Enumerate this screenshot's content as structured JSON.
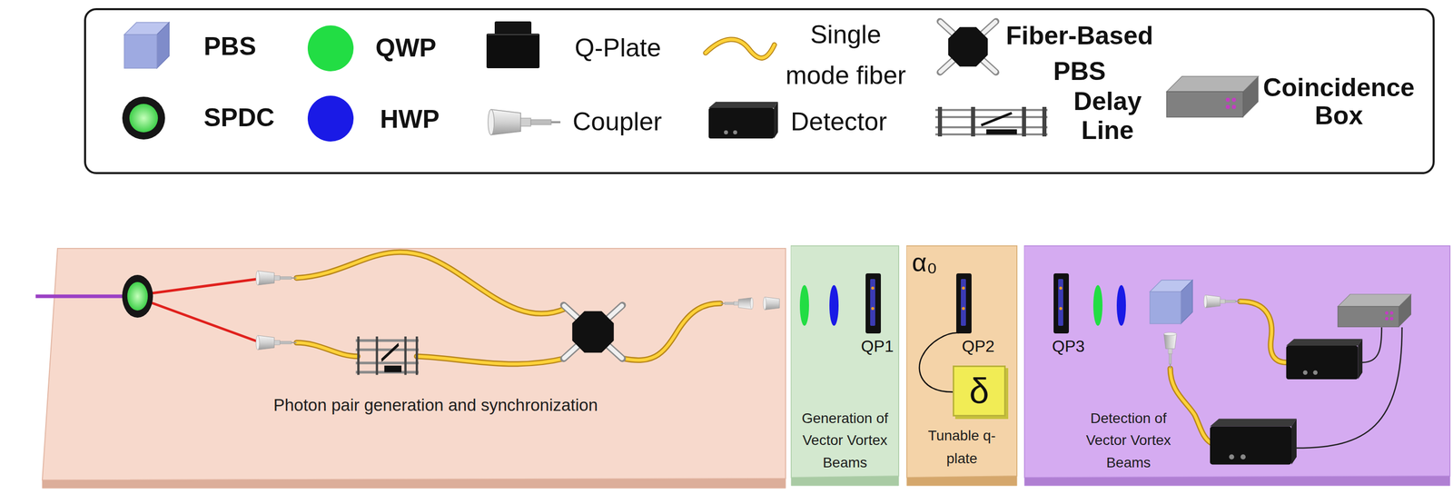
{
  "diagram": {
    "nodes": [
      {
        "text": [
          "Photon pair generation and synchronization"
        ]
      },
      {
        "text": [
          "Generation of Vector Vortex Beams"
        ]
      },
      {
        "text": [
          "Tunable q-plate"
        ]
      },
      {
        "text": [
          "δ"
        ],
        "in": 2
      },
      {
        "text": [
          "Detection of Vector Vortex Beams"
        ]
      }
    ],
    "labels": [
      "α₀",
      "QP1",
      "QP2",
      "QP3"
    ],
    "legend": [
      {
        "text": "PBS"
      },
      {
        "text": "QWP",
        "color": "#22dd44"
      },
      {
        "text": "Q-Plate"
      },
      {
        "text": "Single mode fiber"
      },
      {
        "text": "Fiber-Based PBS"
      },
      {
        "text": "Coincidence Box"
      },
      {
        "text": "SPDC"
      },
      {
        "text": "HWP",
        "color": "#1a1ae6"
      },
      {
        "text": "Coupler"
      },
      {
        "text": "Detector"
      },
      {
        "text": "Delay Line"
      }
    ]
  }
}
